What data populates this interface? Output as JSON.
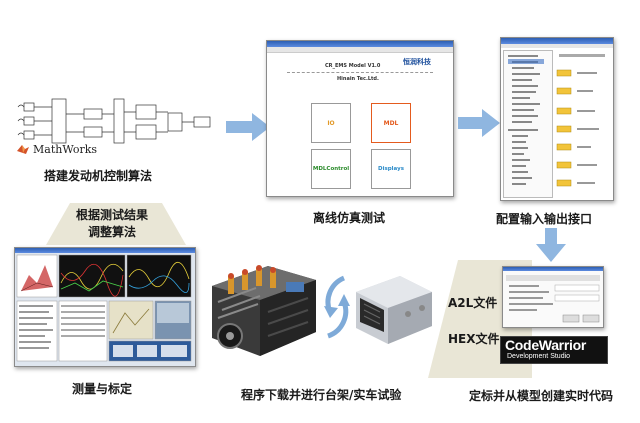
{
  "labels": {
    "step1": "搭建发动机控制算法",
    "step2": "离线仿真测试",
    "step3": "配置输入输出接口",
    "adjust_line1": "根据测试结果",
    "adjust_line2": "调整算法",
    "measure": "测量与标定",
    "download": "程序下载并进行台架/实车试验",
    "codegen": "定标并从模型创建实时代码",
    "a2l": "A2L文件",
    "hex": "HEX文件"
  },
  "logos": {
    "mathworks": "MathWorks",
    "codewarrior_line1": "CodeWarrior",
    "codewarrior_line2": "Development Studio"
  },
  "sim_window": {
    "model_title": "CR_EMS Model V1.0",
    "company": "Hinain Tec.Ltd.",
    "brand": "恒润科技",
    "blocks": [
      "IO",
      "MDL",
      "MDLControl",
      "Displays"
    ]
  },
  "colors": {
    "arrow": "#8fb6e0",
    "ecu": "#c8ccd2",
    "trapezoid": "#e9e6d6"
  }
}
